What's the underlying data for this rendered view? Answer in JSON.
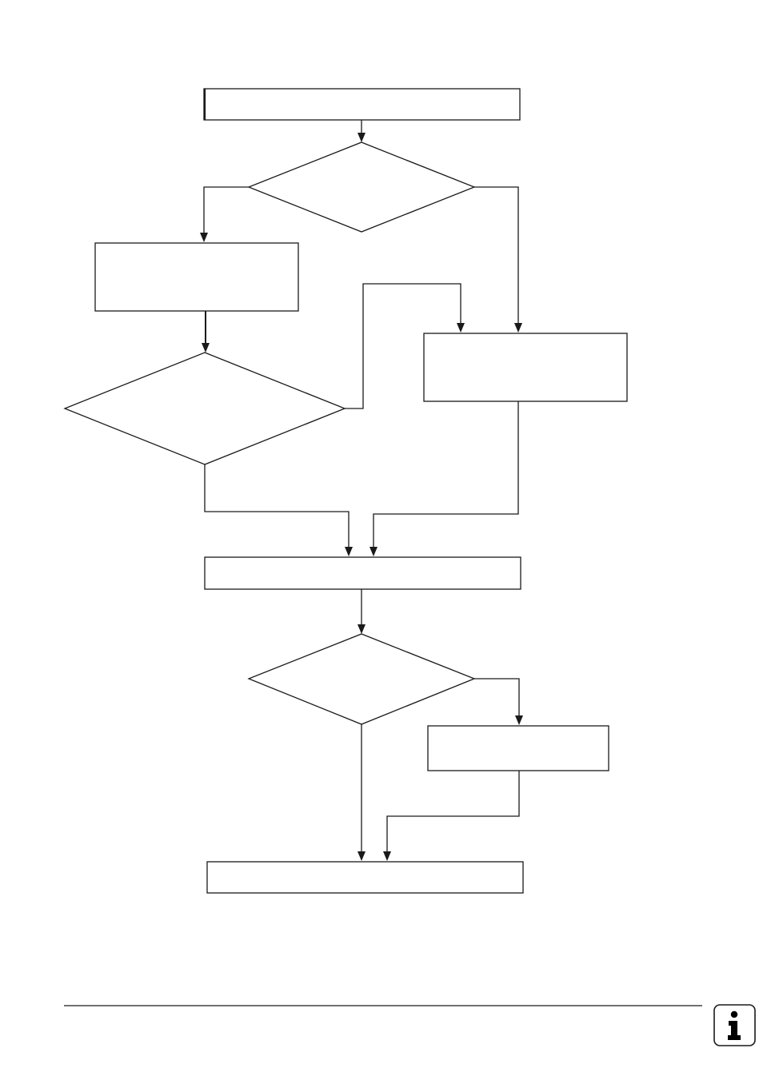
{
  "flowchart": {
    "nodes": [
      {
        "id": "process-1",
        "shape": "rectangle",
        "label": ""
      },
      {
        "id": "decision-1",
        "shape": "diamond",
        "label": ""
      },
      {
        "id": "process-2",
        "shape": "rectangle",
        "label": ""
      },
      {
        "id": "decision-2",
        "shape": "diamond",
        "label": ""
      },
      {
        "id": "process-3",
        "shape": "rectangle",
        "label": ""
      },
      {
        "id": "process-4",
        "shape": "rectangle",
        "label": ""
      },
      {
        "id": "decision-3",
        "shape": "diamond",
        "label": ""
      },
      {
        "id": "process-5",
        "shape": "rectangle",
        "label": ""
      },
      {
        "id": "process-6",
        "shape": "rectangle",
        "label": ""
      }
    ],
    "edges": [
      {
        "from": "process-1",
        "to": "decision-1"
      },
      {
        "from": "decision-1",
        "to": "process-2"
      },
      {
        "from": "decision-1",
        "to": "process-3"
      },
      {
        "from": "process-2",
        "to": "decision-2"
      },
      {
        "from": "decision-2",
        "to": "process-3"
      },
      {
        "from": "decision-2",
        "to": "process-4"
      },
      {
        "from": "process-3",
        "to": "process-4"
      },
      {
        "from": "process-4",
        "to": "decision-3"
      },
      {
        "from": "decision-3",
        "to": "process-5"
      },
      {
        "from": "decision-3",
        "to": "process-6"
      },
      {
        "from": "process-5",
        "to": "process-6"
      }
    ]
  },
  "footer": {
    "icon": "info-icon",
    "icon_glyph": "i"
  }
}
